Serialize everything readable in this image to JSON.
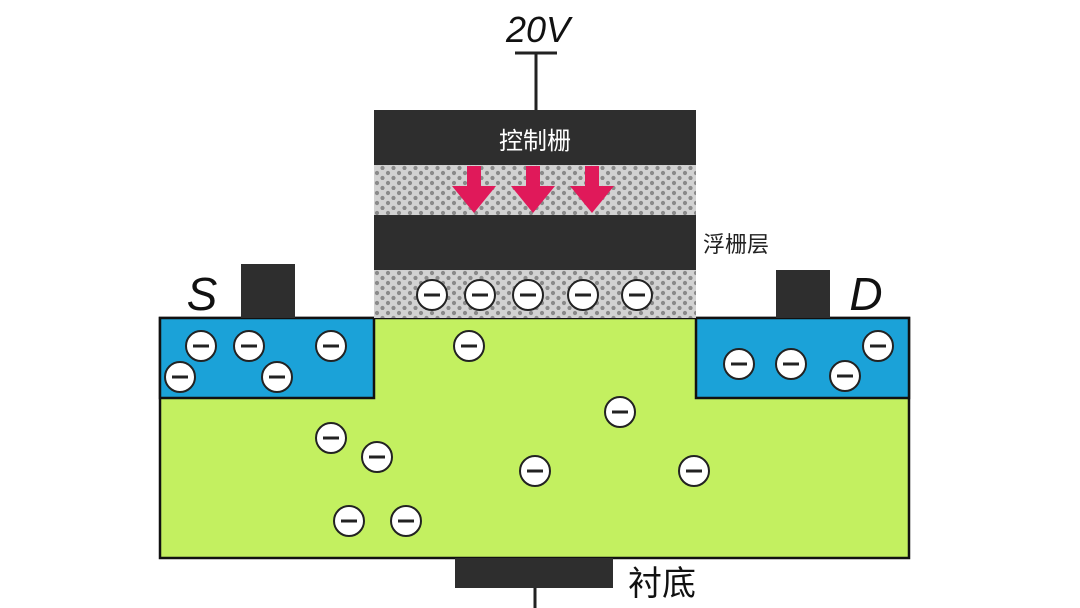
{
  "voltage_label": "20V",
  "control_gate_label": "控制栅",
  "floating_gate_label": "浮栅层",
  "source_label": "S",
  "drain_label": "D",
  "substrate_label": "衬底",
  "electron_symbol": "−",
  "colors": {
    "substrate": "#c3f060",
    "doped_region": "#1ba2d8",
    "gate": "#2e2e2e",
    "oxide": "#cfcfcf",
    "oxide_dot": "#8a8a8a",
    "arrow": "#e0195a",
    "outline": "#111111"
  },
  "arrow_count": 3
}
